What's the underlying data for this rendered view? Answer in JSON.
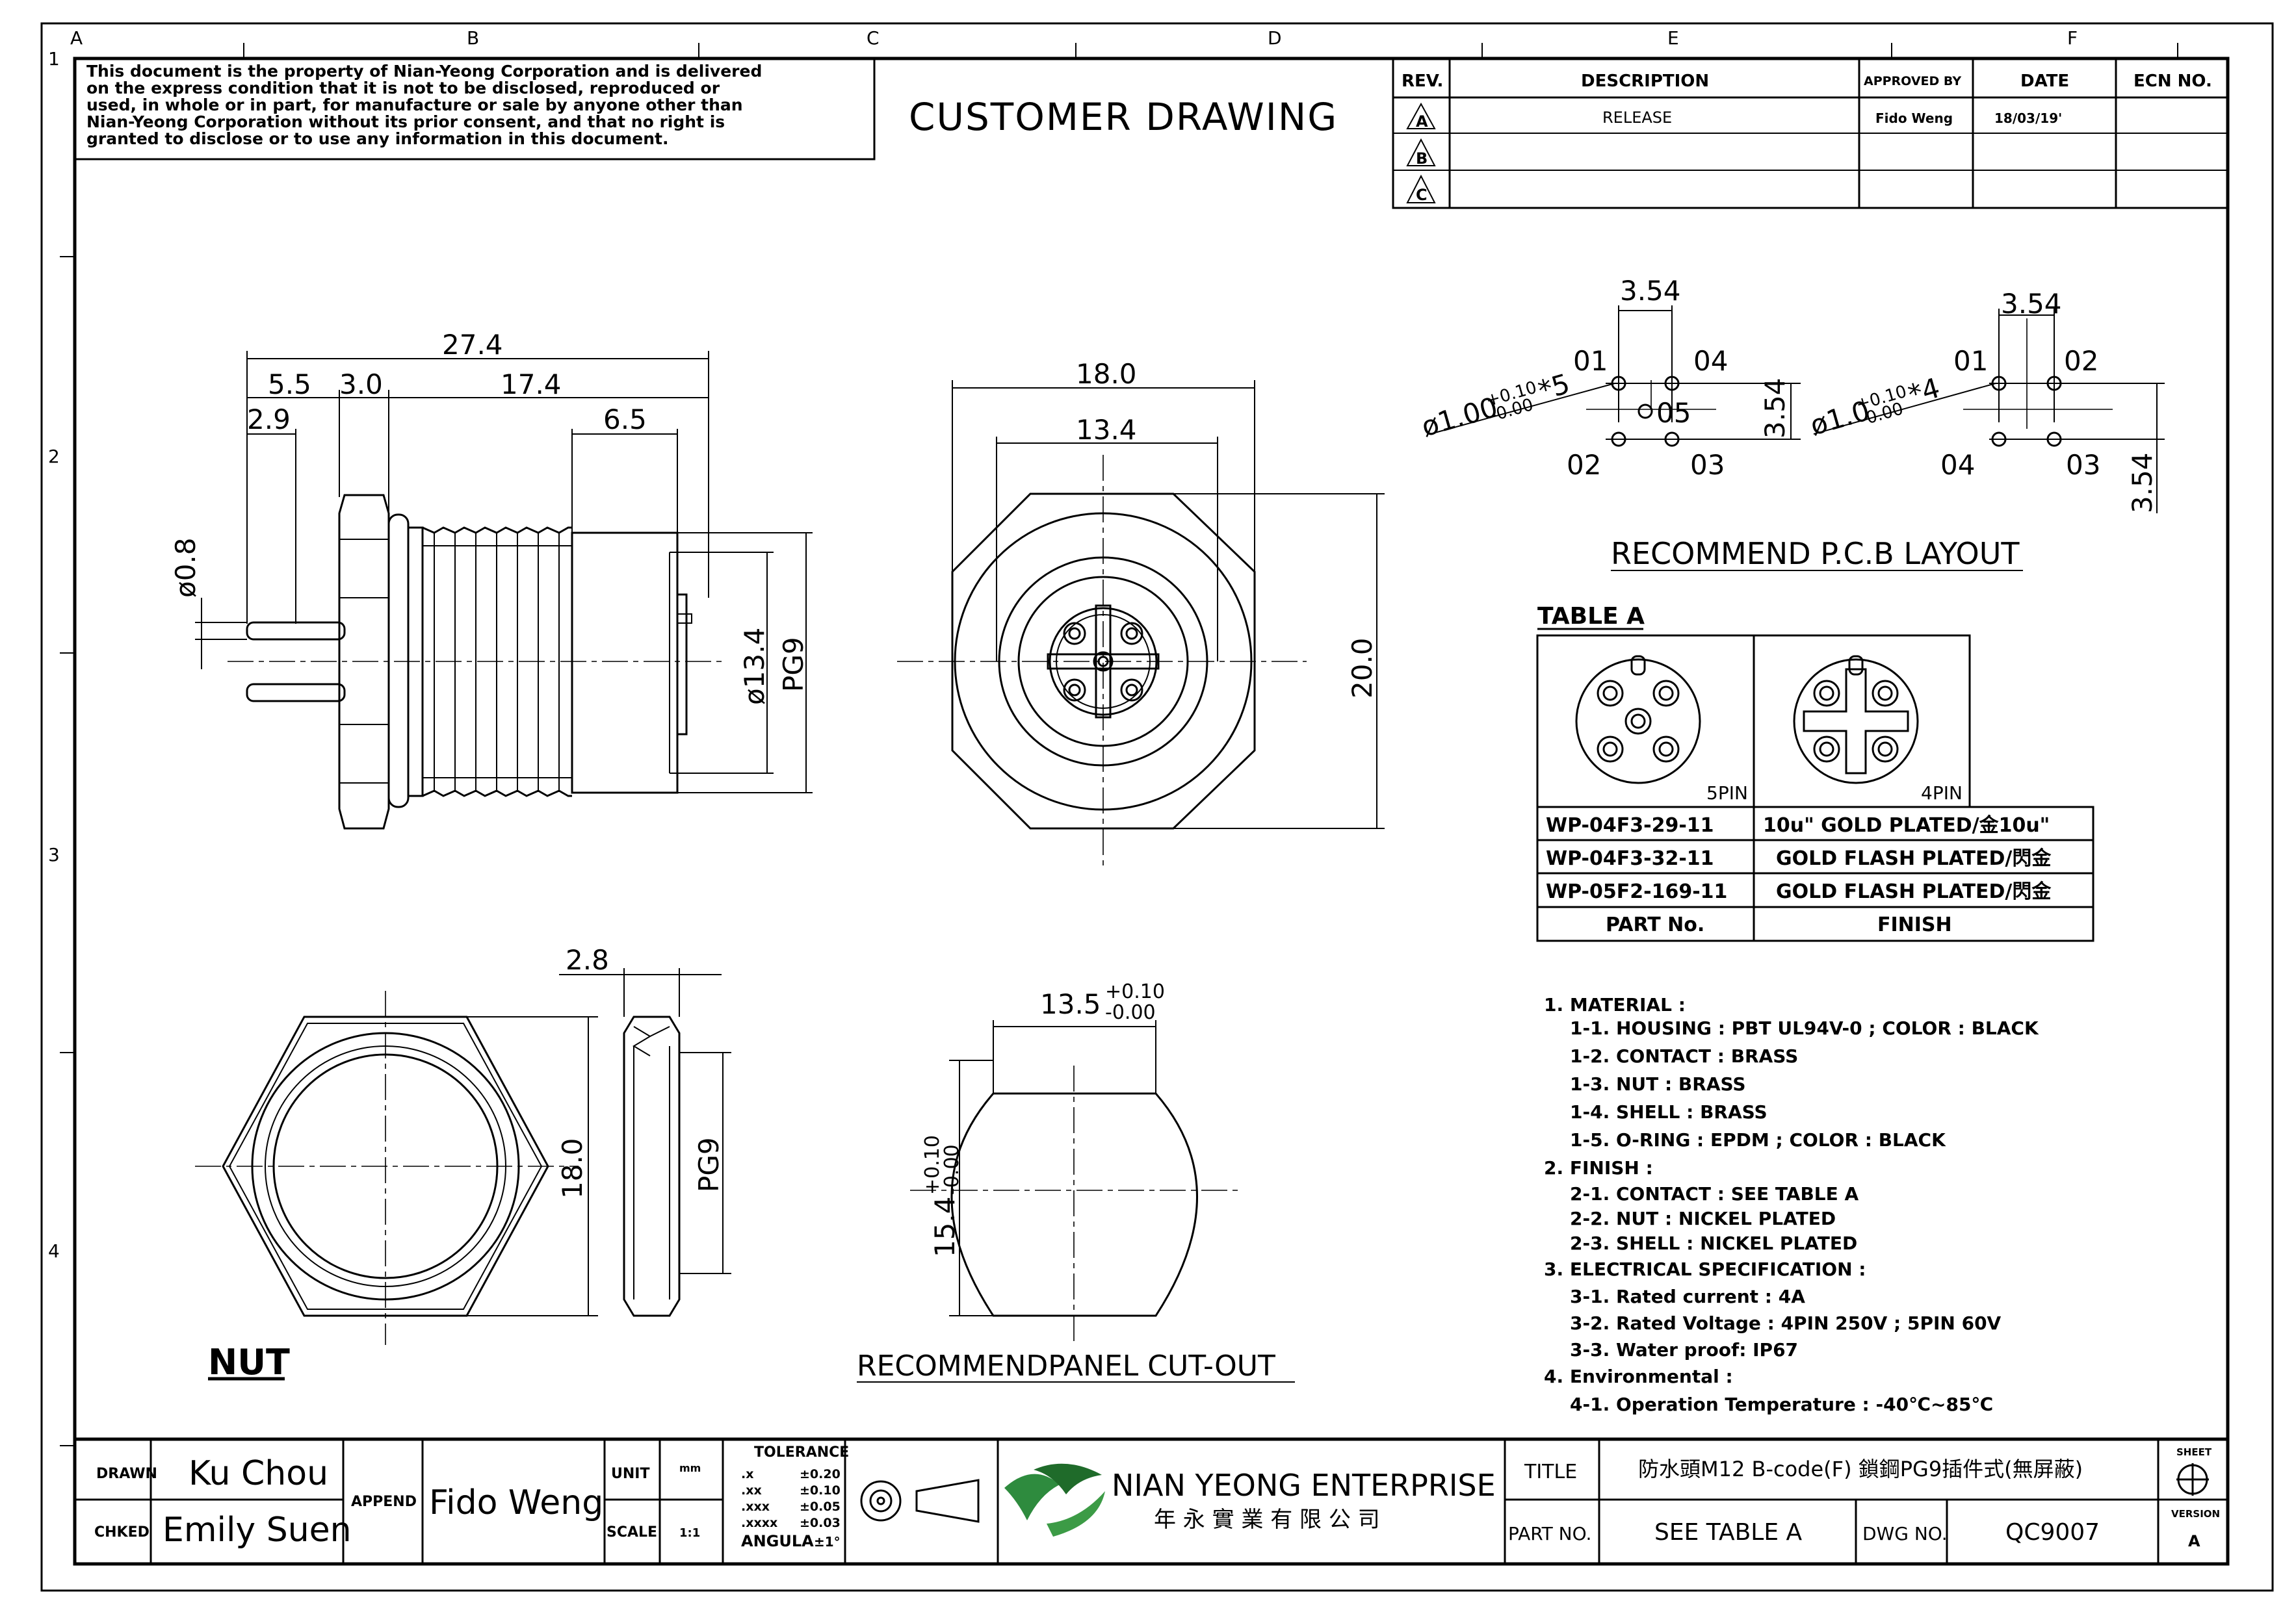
{
  "border": {
    "cols": [
      "A",
      "B",
      "C",
      "D",
      "E",
      "F"
    ],
    "rows": [
      "1",
      "2",
      "3",
      "4"
    ]
  },
  "notice": {
    "lines": [
      "This document is the property of Nian-Yeong Corporation and is delivered",
      "on  the  express condition that it is not to be disclosed, reproduced or",
      "used, in whole or in part, for manufacture or sale by anyone other than",
      "Nian-Yeong Corporation without  its prior consent, and that  no right  is",
      "granted to disclose or to use any information in this  document."
    ]
  },
  "header_title": "CUSTOMER  DRAWING",
  "revision_table": {
    "headers": [
      "REV.",
      "DESCRIPTION",
      "APPROVED BY",
      "DATE",
      "ECN NO."
    ],
    "rows": [
      {
        "rev": "A",
        "description": "RELEASE",
        "approved_by": "Fido Weng",
        "date": "18/03/19'",
        "ecn": ""
      },
      {
        "rev": "B",
        "description": "",
        "approved_by": "",
        "date": "",
        "ecn": ""
      },
      {
        "rev": "C",
        "description": "",
        "approved_by": "",
        "date": "",
        "ecn": ""
      }
    ]
  },
  "side_view": {
    "d_total": "27.4",
    "d_a": "5.5",
    "d_b": "3.0",
    "d_c": "17.4",
    "d_d": "2.9",
    "d_e": "6.5",
    "d_pin": "ø0.8",
    "d_body": "ø13.4",
    "d_thread": "PG9"
  },
  "front_view": {
    "d_outer": "18.0",
    "d_inner": "13.4",
    "d_height": "20.0"
  },
  "pcb_layout": {
    "caption": "RECOMMEND P.C.B LAYOUT",
    "five_pin": {
      "spacing_top": "3.54",
      "spacing_side": "3.54",
      "hole_main": "ø1.00",
      "hole_tol_up": "+0.10",
      "hole_tol_down": "-0.00",
      "hole_count": "*5",
      "pins": [
        "01",
        "04",
        "05",
        "02",
        "03"
      ]
    },
    "four_pin": {
      "spacing_top": "3.54",
      "spacing_side": "3.54",
      "hole_main": "ø1.0",
      "hole_tol_up": "+0.10",
      "hole_tol_down": "-0.00",
      "hole_count": "*4",
      "pins": [
        "01",
        "02",
        "04",
        "03"
      ]
    }
  },
  "table_a": {
    "title": "TABLE  A",
    "pin_5_label": "5PIN",
    "pin_4_label": "4PIN",
    "rows": [
      {
        "part": "WP-04F3-29-11",
        "finish": "10u\"  GOLD  PLATED/金10u\""
      },
      {
        "part": "WP-04F3-32-11",
        "finish": "GOLD  FLASH  PLATED/閃金"
      },
      {
        "part": "WP-05F2-169-11",
        "finish": "GOLD  FLASH  PLATED/閃金"
      }
    ],
    "col_part": "PART  No.",
    "col_finish": "FINISH"
  },
  "notes": [
    "1.  MATERIAL  :",
    "1-1.  HOUSING  :  PBT  UL94V-0  ;  COLOR  :  BLACK",
    "1-2.  CONTACT  :  BRASS",
    "1-3.  NUT  :  BRASS",
    "1-4.  SHELL  :  BRASS",
    "1-5.  O-RING  :  EPDM  ;  COLOR  :  BLACK",
    "2.  FINISH  :",
    "2-1.  CONTACT  :  SEE  TABLE  A",
    "2-2.  NUT  :  NICKEL  PLATED",
    "2-3.  SHELL  :  NICKEL  PLATED",
    "3.  ELECTRICAL  SPECIFICATION  :",
    "3-1.  Rated  current  :  4A",
    "3-2.  Rated  Voltage  :  4PIN  250V  ;  5PIN  60V",
    "3-3.  Water  proof:  IP67",
    "4.  Environmental  :",
    "4-1.  Operation  Temperature  :  -40℃~85℃"
  ],
  "nut_view": {
    "label": "NUT",
    "d_thick": "2.8",
    "d_size": "18.0",
    "d_thread": "PG9"
  },
  "cutout": {
    "caption": "RECOMMENDPANEL  CUT-OUT",
    "d_width": "13.5",
    "d_width_up": "+0.10",
    "d_width_down": "-0.00",
    "d_height": "15.4",
    "d_height_up": "+0.10",
    "d_height_down": "-0.00"
  },
  "title_block": {
    "drawn_label": "DRAWN",
    "drawn": "Ku  Chou",
    "checked_label": "CHKED",
    "checked": "Emily  Suen",
    "append_label": "APPEND",
    "append": "Fido  Weng",
    "unit_label": "UNIT",
    "unit": "mm",
    "scale_label": "SCALE",
    "scale": "1:1",
    "tolerance_title": "TOLERANCE",
    "tolerances": [
      {
        "k": ".x",
        "v": "±0.20"
      },
      {
        "k": ".xx",
        "v": "±0.10"
      },
      {
        "k": ".xxx",
        "v": "±0.05"
      },
      {
        "k": ".xxxx",
        "v": "±0.03"
      },
      {
        "k": "ANGULA",
        "v": "±1°"
      }
    ],
    "company": "NIAN  YEONG  ENTERPRISE",
    "company_cn": "年 永 實 業 有 限 公 司",
    "title_label": "TITLE",
    "title": "防水頭M12  B-code(F)  鎖鋼PG9插件式(無屏蔽)",
    "part_label": "PART  NO.",
    "part": "SEE  TABLE  A",
    "dwg_label": "DWG  NO.",
    "dwg": "QC9007",
    "sheet_label": "SHEET",
    "version_label": "VERSION",
    "version": "A"
  }
}
